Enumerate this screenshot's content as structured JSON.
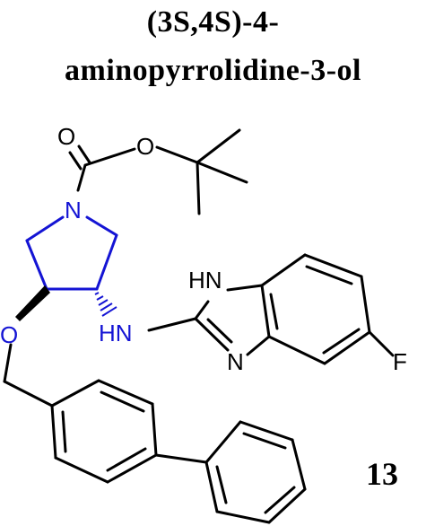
{
  "title": {
    "line1": "(3S,4S)-4-",
    "line2": "aminopyrrolidine-3-ol"
  },
  "atoms": {
    "carbonyl_o": "O",
    "ester_o": "O",
    "ring_n": "N",
    "ether_o": "O",
    "amine_nh": "HN",
    "imidazole_nh": "HN",
    "imidazole_n": "N",
    "fluorine": "F"
  },
  "compound_number": "13",
  "colors": {
    "scaffold": "#1414d4",
    "default": "#000000"
  }
}
